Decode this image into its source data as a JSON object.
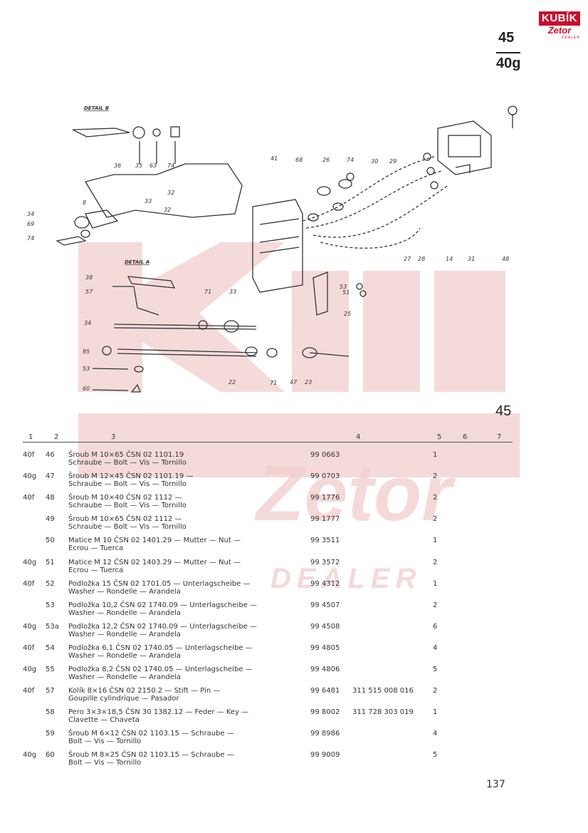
{
  "logo": {
    "top_text": "KUBÍK",
    "bottom_text": "Zetor",
    "sub_text": "DEALER"
  },
  "page_header": {
    "group_top": "45",
    "group_bottom": "40g"
  },
  "figure": {
    "detail_b_label": "DETAIL B",
    "detail_a_label": "DETAIL A",
    "group_label": "45",
    "callouts": [
      "36",
      "35",
      "63",
      "74",
      "34",
      "69",
      "74",
      "41",
      "68",
      "26",
      "74",
      "30",
      "29",
      "14",
      "31",
      "48",
      "27",
      "28",
      "38",
      "57",
      "71",
      "33",
      "34",
      "25",
      "53",
      "51",
      "47",
      "23",
      "22",
      "71",
      "95",
      "53",
      "60",
      "8",
      "32",
      "33",
      "32"
    ]
  },
  "table": {
    "columns": [
      "1",
      "2",
      "3",
      "4",
      "5",
      "6",
      "7"
    ],
    "rows": [
      {
        "group": "40f",
        "pos": "46",
        "line1": "Šroub M 10×65   ČSN 02 1101.19",
        "line2": "Schraube — Bolt — Vis — Tornillo",
        "part": "99 0663",
        "alt": "",
        "qty": "1"
      },
      {
        "group": "40g",
        "pos": "47",
        "line1": "Šroub M 12×45   ČSN 02 1101.19 —",
        "line2": "Schraube — Bolt — Vis — Tornillo",
        "part": "99 0703",
        "alt": "",
        "qty": "2"
      },
      {
        "group": "40f",
        "pos": "48",
        "line1": "Šroub M 10×40   ČSN 02 1112 —",
        "line2": "Schraube — Bolt — Vis — Tornillo",
        "part": "99 1776",
        "alt": "",
        "qty": "2"
      },
      {
        "group": "",
        "pos": "49",
        "line1": "Šroub M 10×65   ČSN 02 1112 —",
        "line2": "Schraube — Bolt — Vis — Tornillo",
        "part": "99 1777",
        "alt": "",
        "qty": "2"
      },
      {
        "group": "",
        "pos": "50",
        "line1": "Matice M 10   ČSN 02 1401.29 — Mutter — Nut —",
        "line2": "Ecrou — Tuerca",
        "part": "99 3511",
        "alt": "",
        "qty": "1"
      },
      {
        "group": "40g",
        "pos": "51",
        "line1": "Matice M 12   ČSN 02 1403.29 — Mutter — Nut —",
        "line2": "Ecrou — Tuerca",
        "part": "99 3572",
        "alt": "",
        "qty": "2"
      },
      {
        "group": "40f",
        "pos": "52",
        "line1": "Podložka 15   ČSN 02 1701.05 — Unterlagscheibe —",
        "line2": "Washer — Rondelle — Arandela",
        "part": "99 4312",
        "alt": "",
        "qty": "1"
      },
      {
        "group": "",
        "pos": "53",
        "line1": "Podložka 10,2   ČSN 02 1740.09 — Unterlagscheibe —",
        "line2": "Washer — Rondelle — Arandela",
        "part": "99 4507",
        "alt": "",
        "qty": "2"
      },
      {
        "group": "40g",
        "pos": "53a",
        "line1": "Podložka 12,2   ČSN 02 1740.09 — Unterlagscheibe —",
        "line2": "Washer — Rondelle — Arandela",
        "part": "99 4508",
        "alt": "",
        "qty": "6"
      },
      {
        "group": "40f",
        "pos": "54",
        "line1": "Podložka 6,1   ČSN 02 1740.05 — Unterlagscheibe —",
        "line2": "Washer — Rondelle — Arandela",
        "part": "99 4805",
        "alt": "",
        "qty": "4"
      },
      {
        "group": "40g",
        "pos": "55",
        "line1": "Podložka 8,2   ČSN 02 1740.05 — Unterlagscheibe —",
        "line2": "Washer — Rondelle — Arandela",
        "part": "99 4806",
        "alt": "",
        "qty": "5"
      },
      {
        "group": "40f",
        "pos": "57",
        "line1": "Kolík 8×16   ČSN 02 2150.2 — Stift — Pin —",
        "line2": "Goupille cylindrique — Pasador",
        "part": "99 6481",
        "alt": "311 515 008 016",
        "qty": "2"
      },
      {
        "group": "",
        "pos": "58",
        "line1": "Pero 3×3×18,5   ČSN 30 1382.12 — Feder — Key —",
        "line2": "Clavette — Chaveta",
        "part": "99 8002",
        "alt": "311 728 303 019",
        "qty": "1"
      },
      {
        "group": "",
        "pos": "59",
        "line1": "Šroub M 6×12   ČSN 02 1103.15 — Schraube —",
        "line2": "Bolt — Vis — Tornillo",
        "part": "99 8986",
        "alt": "",
        "qty": "4"
      },
      {
        "group": "40g",
        "pos": "60",
        "line1": "Šroub M 8×25   ČSN 02 1103.15 — Schraube —",
        "line2": "Bolt — Vis — Tornillo",
        "part": "99 9009",
        "alt": "",
        "qty": "5"
      }
    ]
  },
  "footer": {
    "page_number": "137"
  },
  "colors": {
    "brand_red": "#c8102e",
    "ink": "#222222",
    "watermark": "#f3d6d6"
  }
}
